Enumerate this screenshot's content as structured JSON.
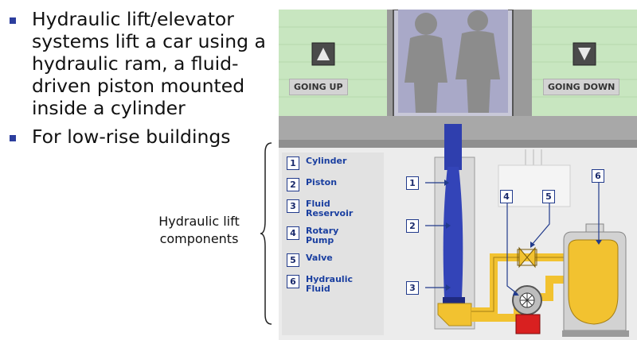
{
  "bullets": [
    "Hydraulic lift/elevator systems lift a car using a hydraulic ram, a fluid-driven piston mounted inside a cylinder",
    "For low-rise buildings"
  ],
  "caption": {
    "line1": "Hydraulic lift",
    "line2": "components"
  },
  "floor_labels": {
    "up": "GOING UP",
    "down": "GOING DOWN"
  },
  "legend": [
    {
      "num": "1",
      "label1": "Cylinder",
      "label2": ""
    },
    {
      "num": "2",
      "label1": "Piston",
      "label2": ""
    },
    {
      "num": "3",
      "label1": "Fluid",
      "label2": "Reservoir"
    },
    {
      "num": "4",
      "label1": "Rotary",
      "label2": "Pump"
    },
    {
      "num": "5",
      "label1": "Valve",
      "label2": ""
    },
    {
      "num": "6",
      "label1": "Hydraulic",
      "label2": "Fluid"
    }
  ],
  "callouts": [
    "1",
    "2",
    "3",
    "4",
    "5",
    "6"
  ],
  "colors": {
    "bullet": "#2c3e9e",
    "legend_text": "#1a3fa0",
    "piston": "#2f3fae",
    "fluid": "#f2c230",
    "wall": "#c8e6c0",
    "motor": "#d92020"
  }
}
